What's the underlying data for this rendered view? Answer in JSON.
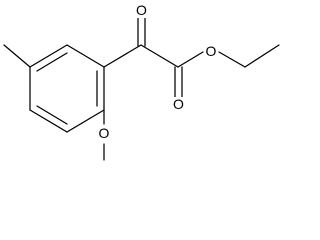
{
  "molecule": {
    "atoms": {
      "carbonyl_oxygen": "O",
      "ester_oxygen": "O",
      "ester_carbonyl_oxygen": "O",
      "methoxy_oxygen": "O"
    },
    "colors": {
      "bond": "#000000",
      "label": "#000000",
      "background": "#ffffff"
    }
  }
}
